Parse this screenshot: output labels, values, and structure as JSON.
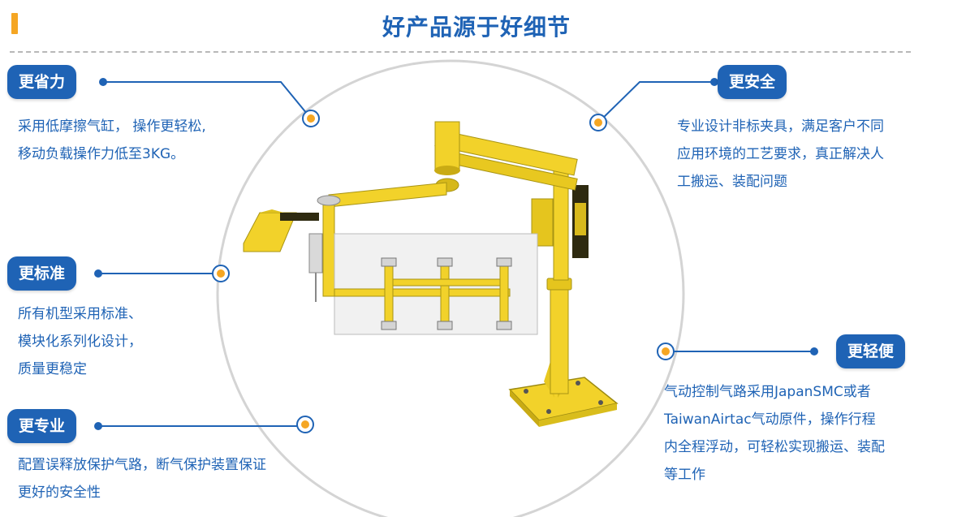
{
  "header": {
    "title": "好产品源于好细节",
    "accent_color": "#f5a623",
    "brand_color": "#1f63b5"
  },
  "features": {
    "labor_saving": {
      "label": "更省力",
      "lines": [
        "采用低摩擦气缸， 操作更轻松,",
        "移动负载操作力低至3KG。"
      ]
    },
    "standard": {
      "label": "更标准",
      "lines": [
        "所有机型采用标准、",
        "模块化系列化设计，",
        "质量更稳定"
      ]
    },
    "professional": {
      "label": "更专业",
      "lines": [
        "配置误释放保护气路，断气保护装置保证",
        "更好的安全性"
      ]
    },
    "safety": {
      "label": "更安全",
      "lines": [
        "专业设计非标夹具，满足客户不同",
        "应用环境的工艺要求，真正解决人",
        "工搬运、装配问题"
      ]
    },
    "lightweight": {
      "label": "更轻便",
      "lines": [
        "气动控制气路采用JapanSMC或者",
        "TaiwanAirtac气动原件，操作行程",
        "内全程浮动，可轻松实现搬运、装配",
        "等工作"
      ]
    }
  },
  "illustration": {
    "subject": "yellow pneumatic manipulator arm with gripper fixture",
    "machine_color": "#f2d22a"
  }
}
